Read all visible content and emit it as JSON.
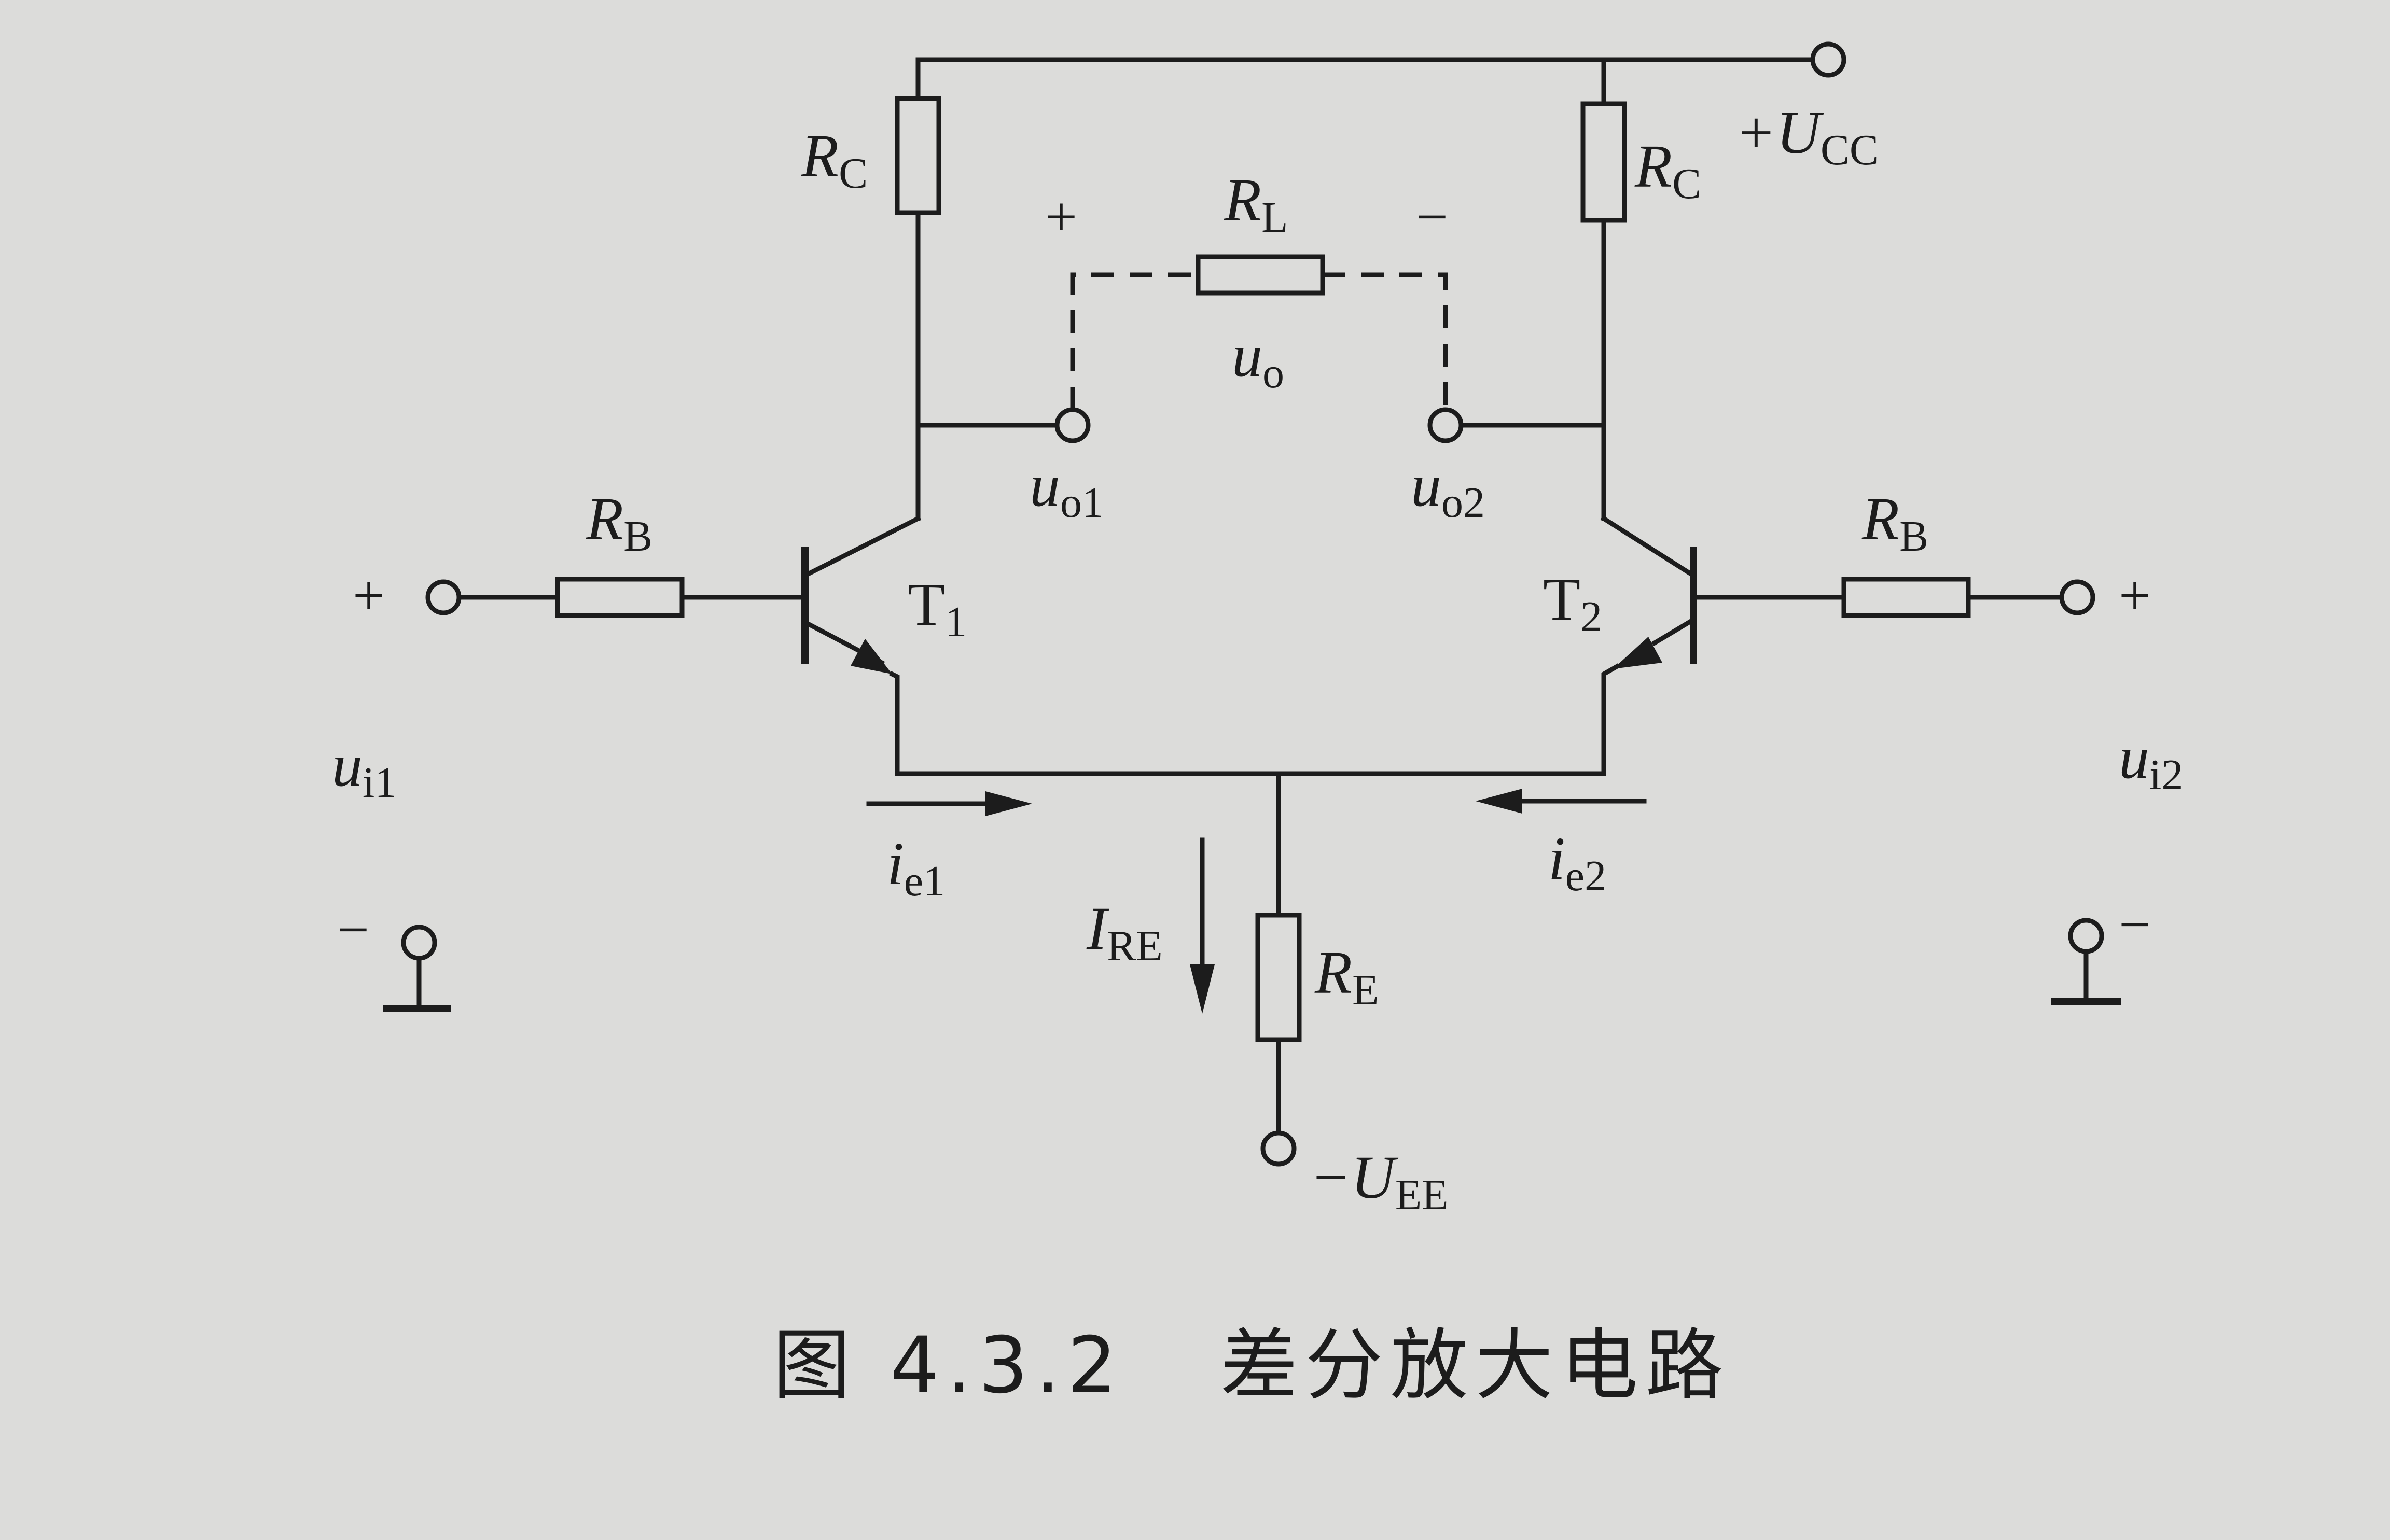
{
  "figure": {
    "caption": "图 4.3.2   差分放大电路"
  },
  "labels": {
    "rc_left": {
      "main": "R",
      "sub": "C"
    },
    "rc_right": {
      "main": "R",
      "sub": "C"
    },
    "rl": {
      "main": "R",
      "sub": "L"
    },
    "rb_left": {
      "main": "R",
      "sub": "B"
    },
    "rb_right": {
      "main": "R",
      "sub": "B"
    },
    "re": {
      "main": "R",
      "sub": "E"
    },
    "t1": {
      "main": "T",
      "sub": "1"
    },
    "t2": {
      "main": "T",
      "sub": "2"
    },
    "ucc": {
      "main": "+U",
      "sub": "CC"
    },
    "uee": {
      "main": "−U",
      "sub": "EE"
    },
    "uo": {
      "main": "u",
      "sub": "o"
    },
    "uo1": {
      "main": "u",
      "sub": "o1"
    },
    "uo2": {
      "main": "u",
      "sub": "o2"
    },
    "ui1": {
      "main": "u",
      "sub": "i1"
    },
    "ui2": {
      "main": "u",
      "sub": "i2"
    },
    "ie1": {
      "main": "i",
      "sub": "e1"
    },
    "ie2": {
      "main": "i",
      "sub": "e2"
    },
    "ire": {
      "main": "I",
      "sub": "RE"
    }
  },
  "signs": {
    "rl_plus": "+",
    "rl_minus": "−",
    "in1_plus": "+",
    "in1_minus": "−",
    "in2_plus": "+",
    "in2_minus": "−"
  }
}
